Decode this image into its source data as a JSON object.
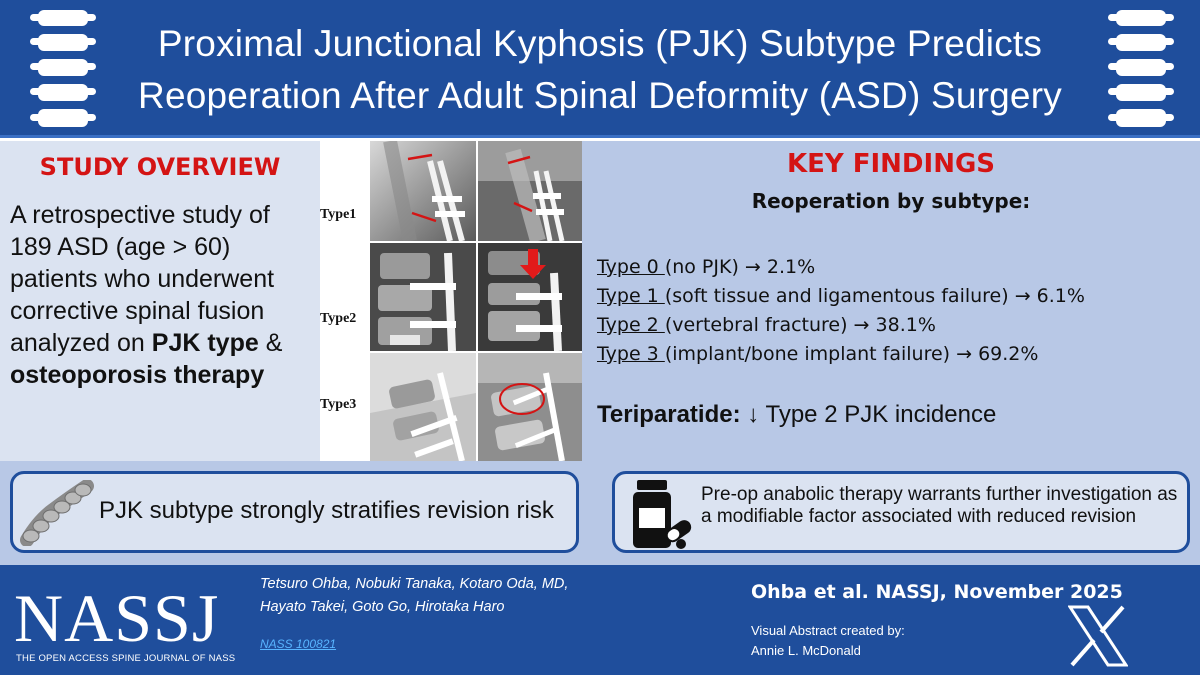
{
  "header": {
    "title_line1": "Proximal Junctional Kyphosis (PJK)  Subtype Predicts",
    "title_line2": "Reoperation After Adult Spinal Deformity (ASD) Surgery",
    "icon_left": "vertebrae-icon",
    "icon_right": "vertebrae-icon"
  },
  "overview": {
    "title": "STUDY OVERVIEW",
    "text_part1": "A retrospective study of 189 ASD (age > 60) patients who underwent corrective spinal fusion analyzed on ",
    "bold1": "PJK type",
    "text_part2": " & ",
    "bold2": "osteoporosis therapy"
  },
  "images": {
    "type1_label": "Type1",
    "type2_label": "Type2",
    "type3_label": "Type3"
  },
  "findings": {
    "title": "KEY FINDINGS",
    "subtitle": "Reoperation by subtype:",
    "items": [
      {
        "type": "Type 0 ",
        "desc": "(no PJK) → 2.1%"
      },
      {
        "type": "Type 1 ",
        "desc": "(soft tissue and ligamentous failure) → 6.1%"
      },
      {
        "type": "Type 2 ",
        "desc": "(vertebral fracture) → 38.1%"
      },
      {
        "type": "Type 3 ",
        "desc": "(implant/bone implant failure) → 69.2%"
      }
    ],
    "teriparatide_label": "Teriparatide:",
    "teriparatide_text": " ↓ Type 2 PJK incidence"
  },
  "strip": {
    "left_text": "PJK subtype strongly stratifies revision risk",
    "right_text": "Pre-op anabolic therapy warrants further investigation as a modifiable factor associated with reduced revision",
    "left_icon": "spine-model-icon",
    "right_icon": "pill-bottle-icon"
  },
  "footer": {
    "logo_word": "NASSJ",
    "logo_sub": "THE OPEN ACCESS SPINE JOURNAL OF NASS",
    "authors_line1": "Tetsuro Ohba, Nobuki Tanaka, Kotaro Oda, MD,",
    "authors_line2": "Hayato Takei, Goto Go, Hirotaka Haro",
    "doi": "NASS 100821",
    "citation": "Ohba et al. NASSJ, November 2025",
    "credit_label": "Visual Abstract created by:",
    "credit_name": "Annie L. McDonald",
    "social_icon": "x-logo-icon"
  },
  "colors": {
    "header_bg": "#1f4e9c",
    "section_title": "#d41414",
    "findings_bg": "#b8c8e6",
    "overview_bg": "#dbe3f1"
  }
}
